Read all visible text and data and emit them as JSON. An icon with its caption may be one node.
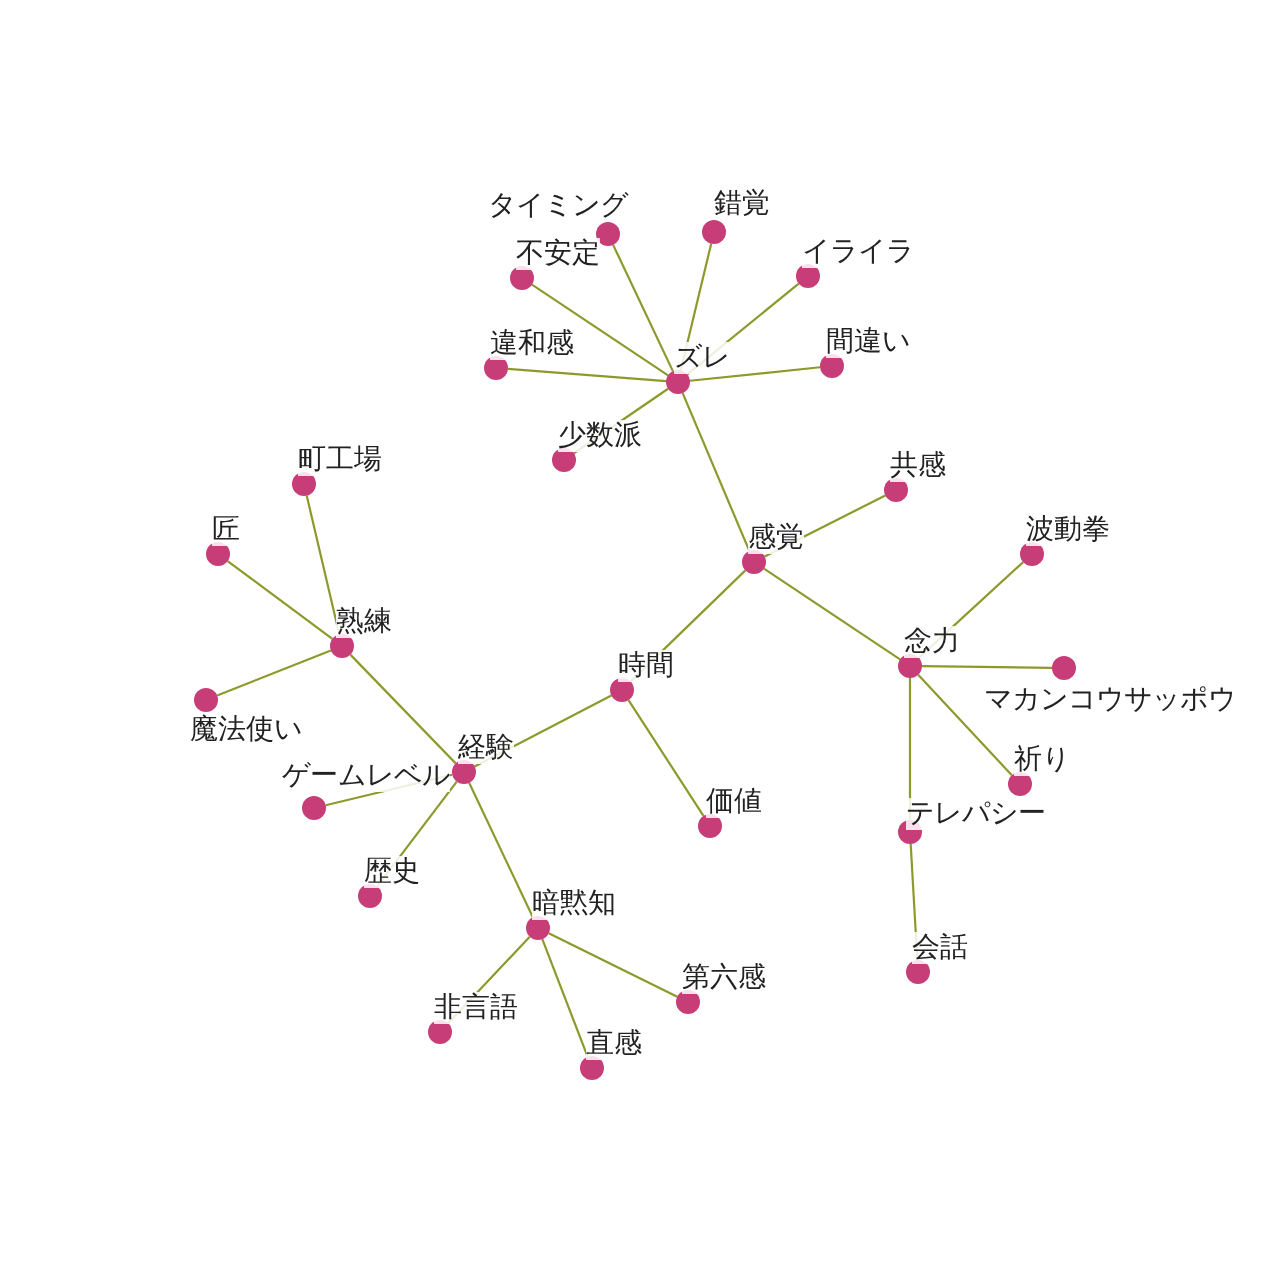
{
  "diagram": {
    "nodes": [
      {
        "text": [
          "ズレ"
        ]
      },
      {
        "text": [
          "タイミング"
        ]
      },
      {
        "text": [
          "錯覚"
        ]
      },
      {
        "text": [
          "不安定"
        ]
      },
      {
        "text": [
          "イライラ"
        ]
      },
      {
        "text": [
          "違和感"
        ]
      },
      {
        "text": [
          "間違い"
        ]
      },
      {
        "text": [
          "少数派"
        ]
      },
      {
        "text": [
          "感覚"
        ]
      },
      {
        "text": [
          "共感"
        ]
      },
      {
        "text": [
          "時間"
        ]
      },
      {
        "text": [
          "念力"
        ]
      },
      {
        "text": [
          "波動拳"
        ]
      },
      {
        "text": [
          "マカンコウサッポウ"
        ]
      },
      {
        "text": [
          "祈り"
        ]
      },
      {
        "text": [
          "テレパシー"
        ]
      },
      {
        "text": [
          "会話"
        ]
      },
      {
        "text": [
          "価値"
        ]
      },
      {
        "text": [
          "経験"
        ]
      },
      {
        "text": [
          "熟練"
        ]
      },
      {
        "text": [
          "町工場"
        ]
      },
      {
        "text": [
          "匠"
        ]
      },
      {
        "text": [
          "魔法使い"
        ]
      },
      {
        "text": [
          "ゲームレベル"
        ]
      },
      {
        "text": [
          "歴史"
        ]
      },
      {
        "text": [
          "暗黙知"
        ]
      },
      {
        "text": [
          "非言語"
        ]
      },
      {
        "text": [
          "直感"
        ]
      },
      {
        "text": [
          "第六感"
        ]
      }
    ],
    "edges": [
      {
        "from": 0,
        "to": 1,
        "arrow": "none"
      },
      {
        "from": 0,
        "to": 2,
        "arrow": "none"
      },
      {
        "from": 0,
        "to": 3,
        "arrow": "none"
      },
      {
        "from": 0,
        "to": 4,
        "arrow": "none"
      },
      {
        "from": 0,
        "to": 5,
        "arrow": "none"
      },
      {
        "from": 0,
        "to": 6,
        "arrow": "none"
      },
      {
        "from": 0,
        "to": 7,
        "arrow": "none"
      },
      {
        "from": 8,
        "to": 0,
        "arrow": "none"
      },
      {
        "from": 8,
        "to": 9,
        "arrow": "none"
      },
      {
        "from": 8,
        "to": 10,
        "arrow": "none"
      },
      {
        "from": 8,
        "to": 11,
        "arrow": "none"
      },
      {
        "from": 11,
        "to": 12,
        "arrow": "none"
      },
      {
        "from": 11,
        "to": 13,
        "arrow": "none"
      },
      {
        "from": 11,
        "to": 14,
        "arrow": "none"
      },
      {
        "from": 11,
        "to": 15,
        "arrow": "none"
      },
      {
        "from": 15,
        "to": 16,
        "arrow": "none"
      },
      {
        "from": 10,
        "to": 17,
        "arrow": "none"
      },
      {
        "from": 10,
        "to": 18,
        "arrow": "none"
      },
      {
        "from": 18,
        "to": 19,
        "arrow": "none"
      },
      {
        "from": 19,
        "to": 20,
        "arrow": "none"
      },
      {
        "from": 19,
        "to": 21,
        "arrow": "none"
      },
      {
        "from": 19,
        "to": 22,
        "arrow": "none"
      },
      {
        "from": 18,
        "to": 23,
        "arrow": "none"
      },
      {
        "from": 18,
        "to": 24,
        "arrow": "none"
      },
      {
        "from": 18,
        "to": 25,
        "arrow": "none"
      },
      {
        "from": 25,
        "to": 26,
        "arrow": "none"
      },
      {
        "from": 25,
        "to": 27,
        "arrow": "none"
      },
      {
        "from": 25,
        "to": 28,
        "arrow": "none"
      }
    ]
  }
}
